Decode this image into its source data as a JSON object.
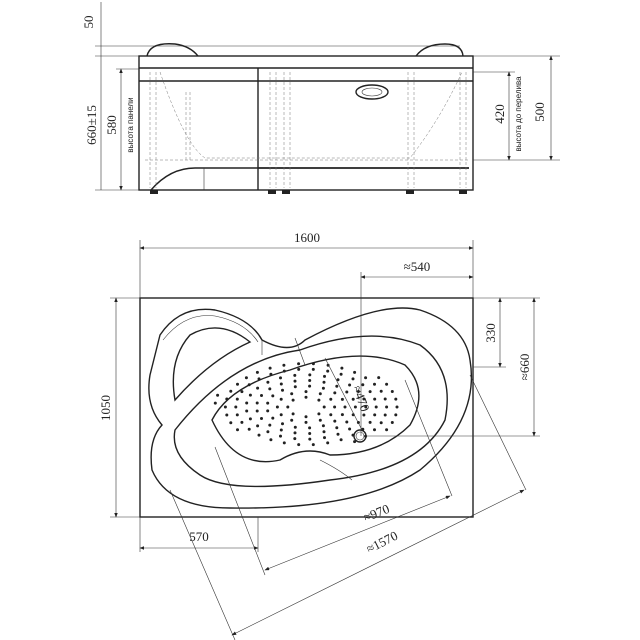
{
  "side_view": {
    "dim_rim": "50",
    "dim_total_height": "660±15",
    "dim_panel": "580",
    "label_panel": "высота панели",
    "dim_overflow": "420",
    "label_overflow": "высота до перелива",
    "dim_body": "500"
  },
  "top_view": {
    "dim_length": "1600",
    "dim_drain_x": "≈540",
    "dim_330": "330",
    "dim_drain_y": "≈660",
    "dim_width": "1050",
    "dim_470": "≈470",
    "dim_570": "570",
    "dim_970": "≈970",
    "dim_1570": "≈1570"
  }
}
